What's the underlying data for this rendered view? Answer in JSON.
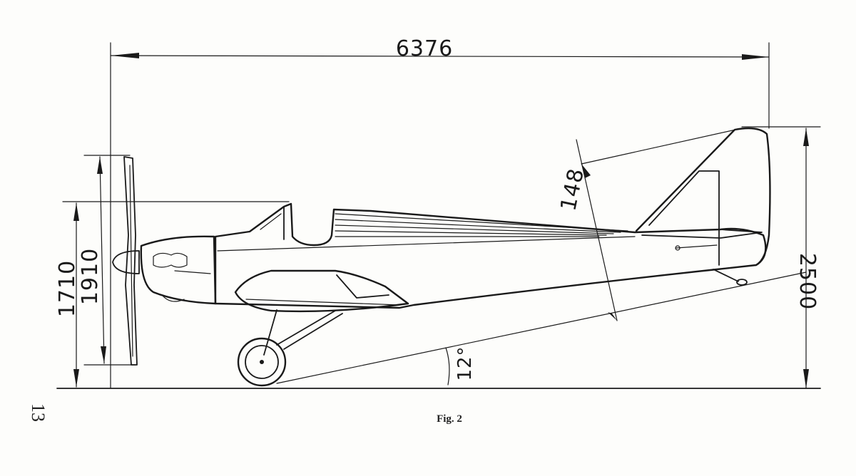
{
  "figure": {
    "caption": "Fig. 2",
    "page_number": "13"
  },
  "dimensions": {
    "overall_length": "6376",
    "overall_height": "2500",
    "propeller_diameter": "1910",
    "height_to_canopy": "1710",
    "tail_offset": "148",
    "ground_angle": "12°"
  },
  "colors": {
    "ink": "#1a1a1a",
    "paper": "#fdfdfb"
  }
}
